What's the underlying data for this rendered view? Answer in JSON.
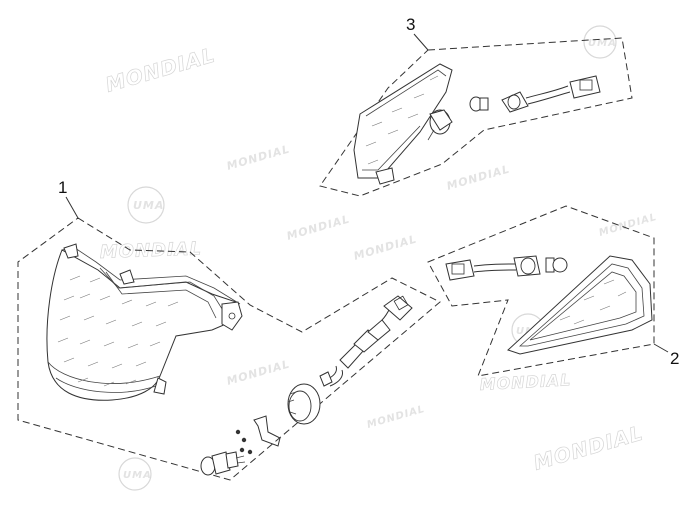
{
  "diagram": {
    "callouts": [
      {
        "id": "1",
        "label": "1"
      },
      {
        "id": "2",
        "label": "2"
      },
      {
        "id": "3",
        "label": "3"
      }
    ],
    "watermark": {
      "brand": "MONDIAL",
      "logo": "UMA"
    }
  }
}
